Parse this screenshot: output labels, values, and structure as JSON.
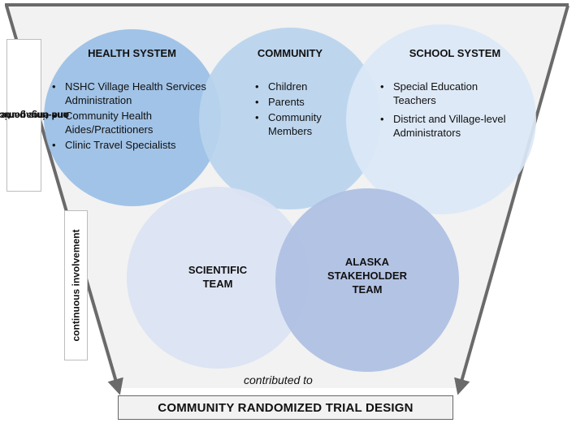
{
  "groups": [
    {
      "title": "HEALTH SYSTEM",
      "items": [
        "NSHC Village Health Services Administration",
        "Community Health Aides/Practitioners",
        "Clinic Travel Specialists"
      ],
      "color": "#9cc0e6"
    },
    {
      "title": "COMMUNITY",
      "items": [
        "Children",
        "Parents",
        "Community Members"
      ],
      "color": "#b9d4ee"
    },
    {
      "title": "SCHOOL SYSTEM",
      "items": [
        "Special Education Teachers",
        "District and Village-level Administrators"
      ],
      "color": "#dbe8f6"
    }
  ],
  "teams": [
    {
      "title_lines": [
        "SCIENTIFIC",
        "TEAM"
      ],
      "color": "#dbe3f2"
    },
    {
      "title_lines": [
        "ALASKA",
        "STAKEHOLDER",
        "TEAM"
      ],
      "color": "#aebfe3"
    }
  ],
  "labels": {
    "engagement": [
      "one-time participation",
      "and engagement"
    ],
    "involvement": "continuous involvement",
    "contributed": "contributed to",
    "result": "COMMUNITY RANDOMIZED TRIAL DESIGN"
  }
}
